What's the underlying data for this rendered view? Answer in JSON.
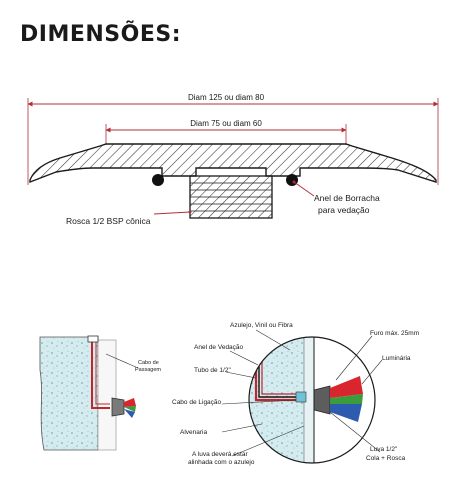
{
  "title": "DIMENSÕES:",
  "top_diagram": {
    "dim_outer": "Diam 125 ou diam 80",
    "dim_inner": "Diam 75 ou diam 60",
    "thread_label": "Rosca 1/2 BSP cônica",
    "ring_label_1": "Anel de Borracha",
    "ring_label_2": "para vedação"
  },
  "wall_detail": {
    "cable_label_1": "Cabo de",
    "cable_label_2": "Passagem"
  },
  "install_detail": {
    "tile": "Azulejo, Vinil ou Fibra",
    "seal_ring": "Anel de Vedação",
    "tube": "Tubo de 1/2\"",
    "cable": "Cabo de Ligação",
    "masonry": "Alvenaria",
    "note_1": "A luva deverá estar",
    "note_2": "alinhada com o azulejo",
    "hole": "Furo máx. 25mm",
    "luminaire": "Luminária",
    "sleeve_1": "Luva 1/2\"",
    "sleeve_2": "Cola + Rosca"
  },
  "colors": {
    "outline": "#1a1a1a",
    "hatch": "#333333",
    "dim_line": "#b0303a",
    "tube": "#c0272d",
    "concrete": "#cfe7ea",
    "light_red": "#d9262e",
    "light_green": "#3b9b3d",
    "light_blue": "#2d5bb0"
  }
}
